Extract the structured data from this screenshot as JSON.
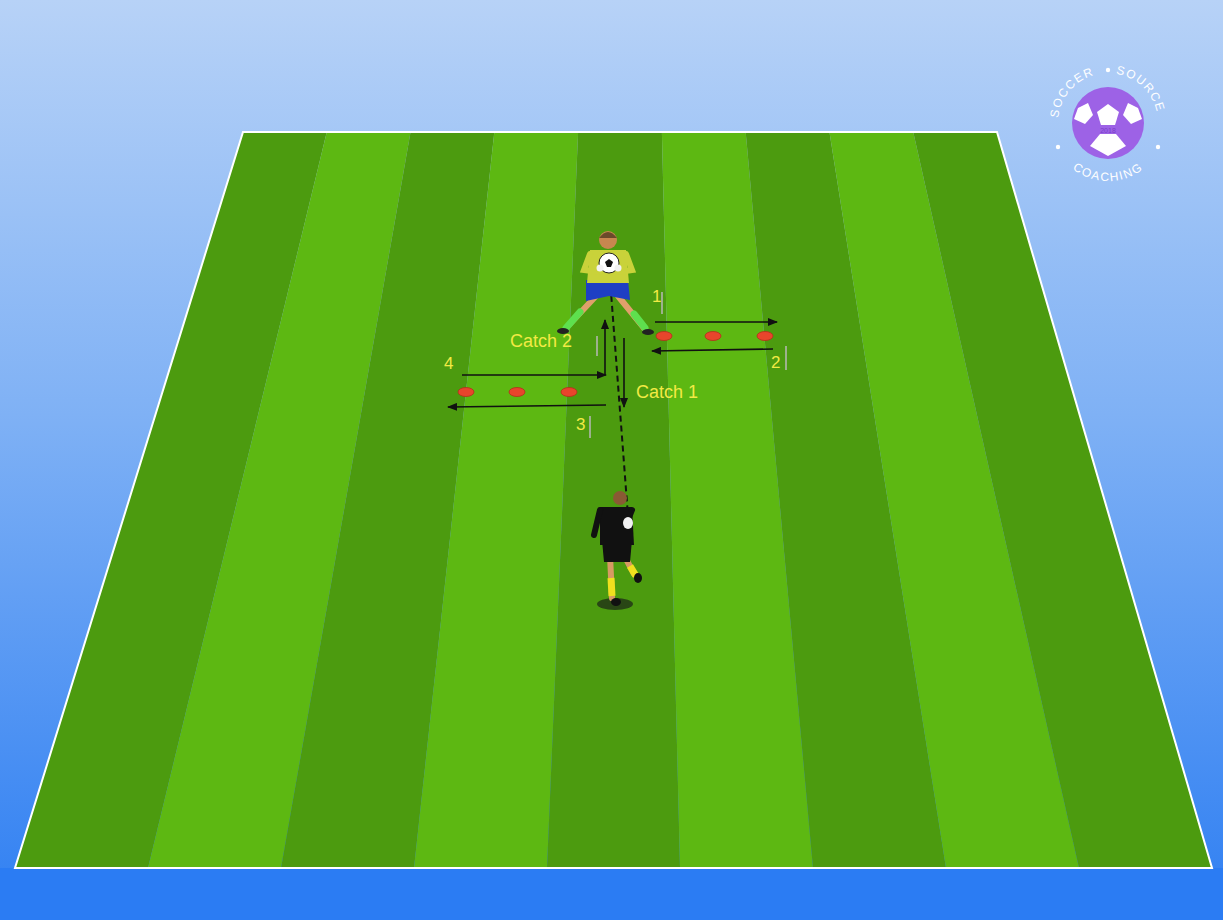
{
  "diagram": {
    "labels": [
      "1",
      "2",
      "3",
      "4",
      "Catch 1",
      "Catch 2",
      "SOCCER",
      "SOURCE",
      "COACHING",
      "2018"
    ]
  }
}
